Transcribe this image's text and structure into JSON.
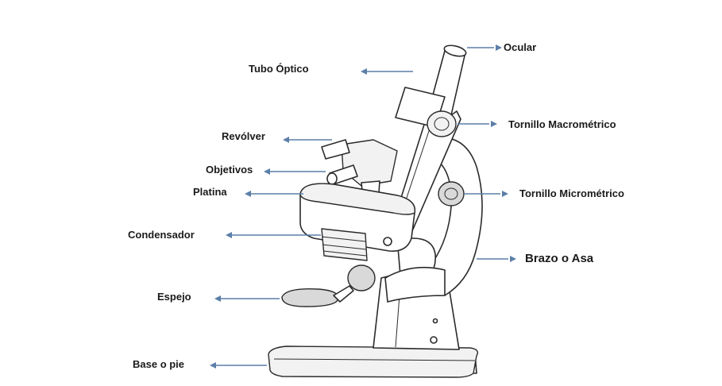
{
  "labels": {
    "ocular": "Ocular",
    "tubo_optico": "Tubo Óptico",
    "tornillo_macrometrico": "Tornillo Macrométrico",
    "revolver": "Revólver",
    "objetivos": "Objetivos",
    "platina": "Platina",
    "tornillo_micrometrico": "Tornillo Micrométrico",
    "condensador": "Condensador",
    "brazo_o_asa": "Brazo  o Asa",
    "espejo": "Espejo",
    "base_o_pie": "Base  o pie"
  },
  "colors": {
    "arrow": "#5b7fa8",
    "outline": "#2b2b2b"
  }
}
